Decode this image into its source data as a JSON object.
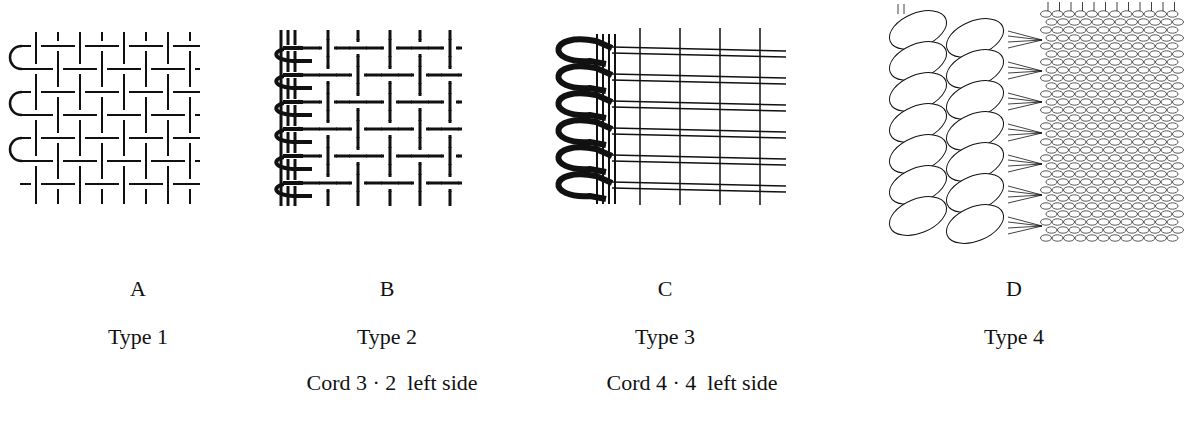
{
  "diagram": {
    "labels": [
      "A",
      "B",
      "C",
      "D",
      "Type 1",
      "Type 2",
      "Type 3",
      "Type 4",
      "Cord 3 · 2  left side",
      "Cord 4 · 4  left side"
    ]
  }
}
